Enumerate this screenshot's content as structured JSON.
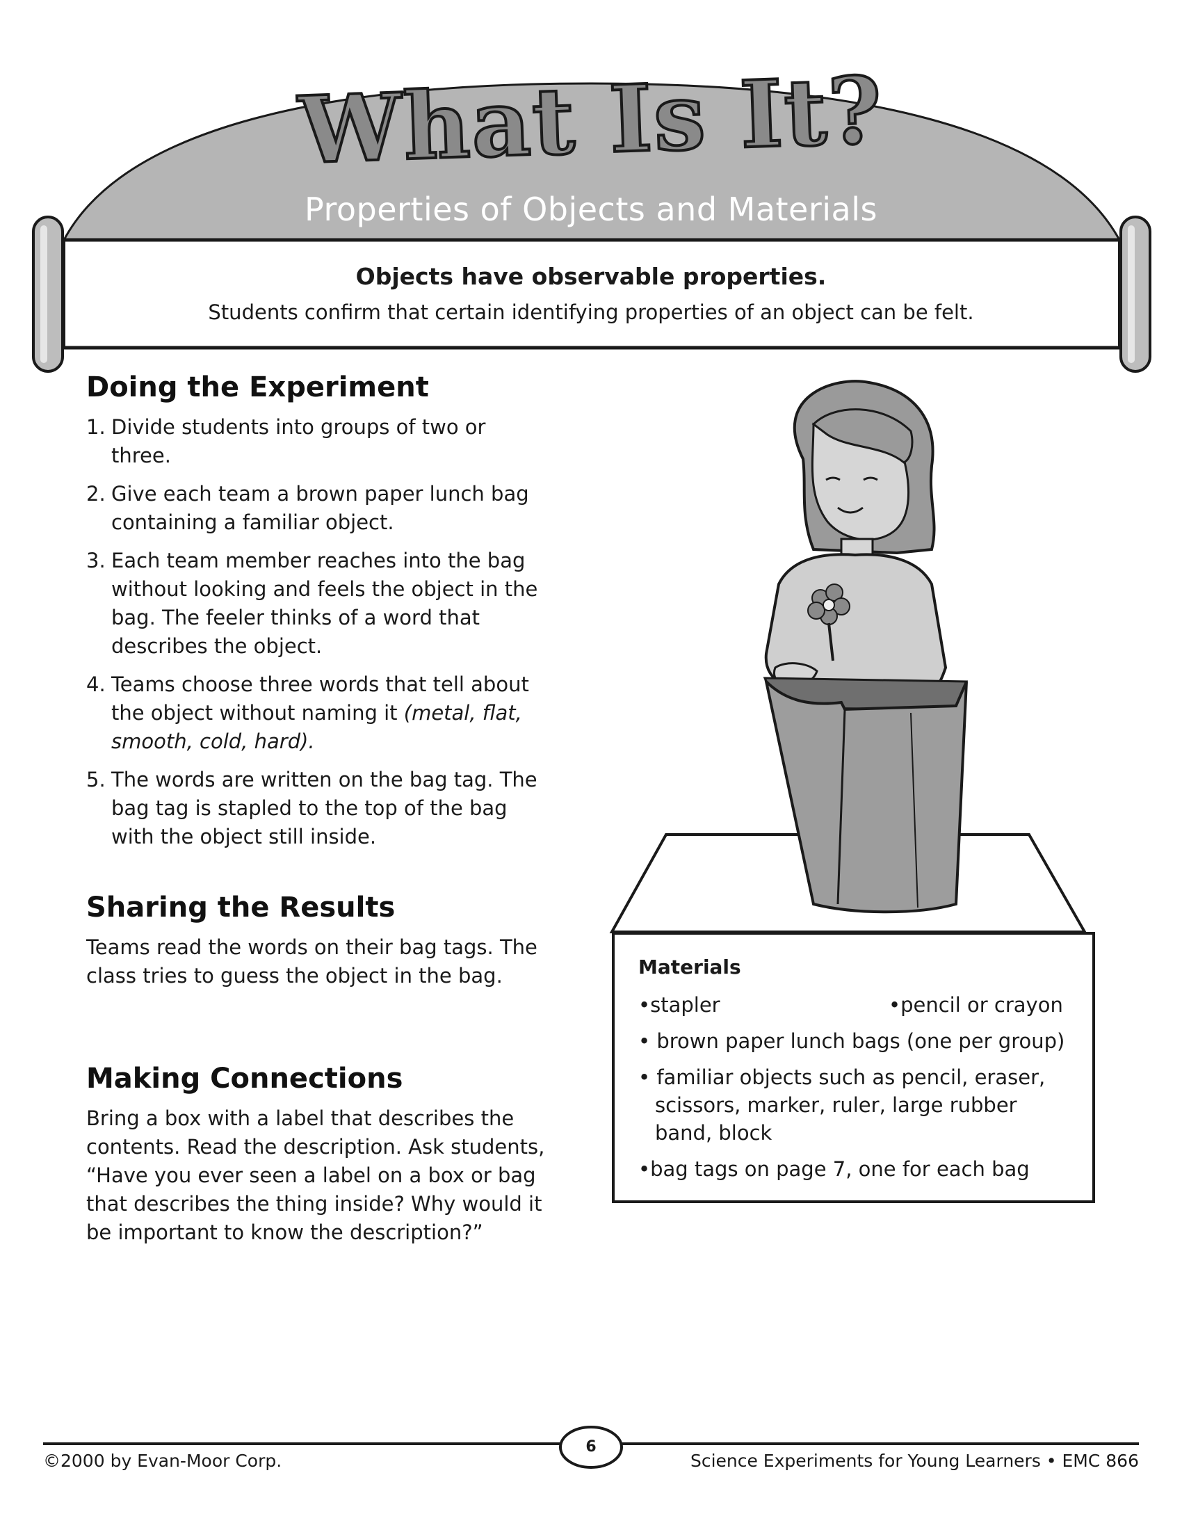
{
  "header": {
    "title": "What Is It?",
    "subtitle": "Properties of Objects and Materials",
    "lead": "Objects have observable properties.",
    "description": "Students confirm that certain identifying properties of an object can be felt."
  },
  "experiment": {
    "heading": "Doing the Experiment",
    "steps": [
      {
        "num": "1.",
        "text": "Divide students into groups of two or three."
      },
      {
        "num": "2.",
        "text": "Give each team a brown paper lunch bag containing a familiar object."
      },
      {
        "num": "3.",
        "text": "Each team member reaches into the bag without looking and feels the object in the bag. The feeler thinks of a word that describes the object."
      },
      {
        "num": "4.",
        "text": "Teams choose three words that tell about the object without naming it",
        "italic": "(metal, flat, smooth, cold, hard)."
      },
      {
        "num": "5.",
        "text": "The words are written on the bag tag. The bag tag is stapled to the top of the bag with the object still inside."
      }
    ]
  },
  "sharing": {
    "heading": "Sharing the Results",
    "text": "Teams read the words on their bag tags. The class tries to guess the object in the bag."
  },
  "connections": {
    "heading": "Making Connections",
    "text": "Bring a box with a label that describes the contents. Read the description. Ask students, “Have you ever seen a label on a box or bag that describes the thing inside? Why would it be important to know the description?”"
  },
  "materials": {
    "heading": "Materials",
    "item1": "•stapler",
    "item2": "•pencil or crayon",
    "item3": "• brown paper lunch bags (one per group)",
    "item4": "• familiar objects such as pencil, eraser, scissors, marker, ruler, large rubber band, block",
    "item5": "•bag tags on page 7, one for each bag"
  },
  "footer": {
    "copyright": "©2000 by Evan-Moor Corp.",
    "page": "6",
    "book": "Science Experiments for Young Learners • EMC 866"
  },
  "colors": {
    "banner_gray": "#b5b5b5",
    "ink": "#1a1a1a"
  }
}
